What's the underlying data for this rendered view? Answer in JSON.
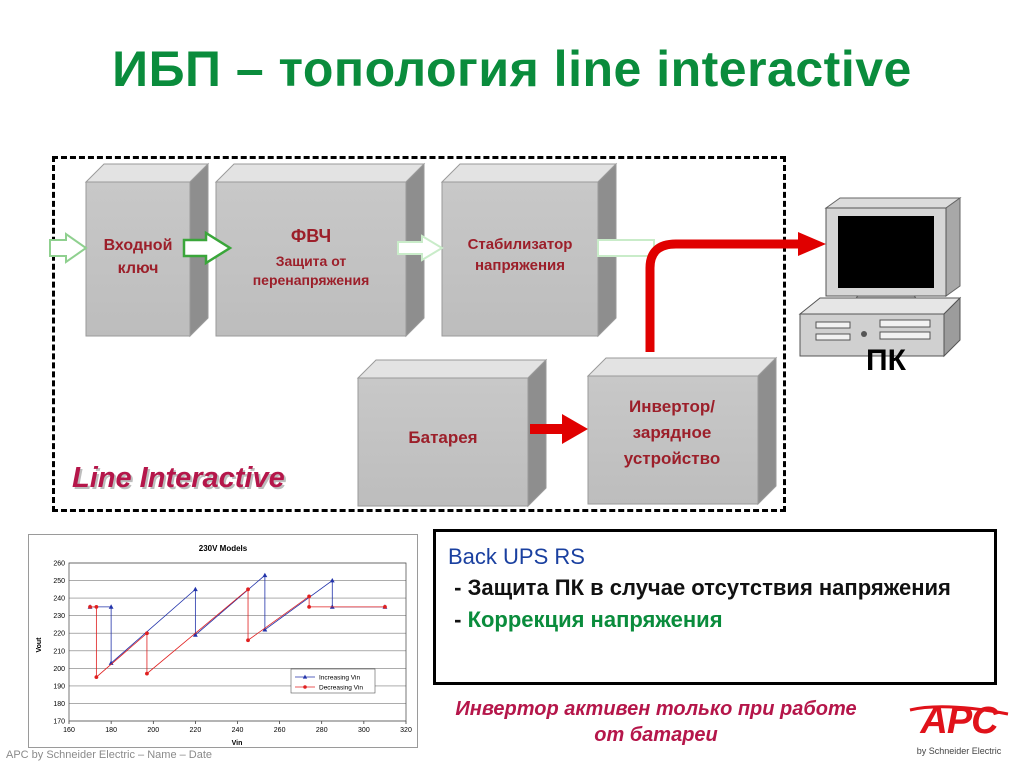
{
  "title": "ИБП – топология line interactive",
  "diagram": {
    "blocks": {
      "input_key": "Входной ключ",
      "fvch_title": "ФВЧ",
      "fvch_sub": "Защита от перенапряжения",
      "stabilizer": "Стабилизатор напряжения",
      "battery": "Батарея",
      "inverter": "Инвертор/ зарядное устройство"
    },
    "topology_label": "Line Interactive",
    "pc_label": "ПК"
  },
  "chart_data": {
    "type": "line",
    "title": "230V Models",
    "xlabel": "Vin",
    "ylabel": "Vout",
    "xlim": [
      160,
      320
    ],
    "ylim": [
      170,
      260
    ],
    "xticks": [
      160,
      180,
      200,
      220,
      240,
      260,
      280,
      300,
      320
    ],
    "yticks": [
      170,
      180,
      190,
      200,
      210,
      220,
      230,
      240,
      250,
      260
    ],
    "legend_position": "bottom-right",
    "series": [
      {
        "name": "Increasing Vin",
        "color": "#2233aa",
        "marker": "triangle",
        "points": [
          [
            170,
            235
          ],
          [
            180,
            235
          ],
          [
            180,
            203
          ],
          [
            220,
            245
          ],
          [
            220,
            219
          ],
          [
            253,
            253
          ],
          [
            253,
            222
          ],
          [
            285,
            250
          ],
          [
            285,
            235
          ],
          [
            310,
            235
          ]
        ]
      },
      {
        "name": "Decreasing Vin",
        "color": "#e02020",
        "marker": "circle",
        "points": [
          [
            310,
            235
          ],
          [
            274,
            235
          ],
          [
            274,
            241
          ],
          [
            245,
            216
          ],
          [
            245,
            245
          ],
          [
            197,
            197
          ],
          [
            197,
            220
          ],
          [
            173,
            195
          ],
          [
            173,
            235
          ],
          [
            170,
            235
          ]
        ]
      }
    ]
  },
  "info": {
    "heading": "Back UPS RS",
    "line1_prefix": " - ",
    "line1": "Защита ПК в случае отсутствия напряжения",
    "line2_prefix": " - ",
    "line2": "Коррекция напряжения"
  },
  "note": "Инвертор активен только при работе от батареи",
  "footer": "APC by Schneider Electric – Name – Date",
  "logo": {
    "brand": "APC",
    "tagline": "by Schneider Electric"
  },
  "colors": {
    "title_green": "#0a8c3c",
    "block_text": "#9c1f2a",
    "accent_pink": "#b5164a",
    "arrow_red": "#e00000",
    "apc_red": "#e0121a"
  }
}
